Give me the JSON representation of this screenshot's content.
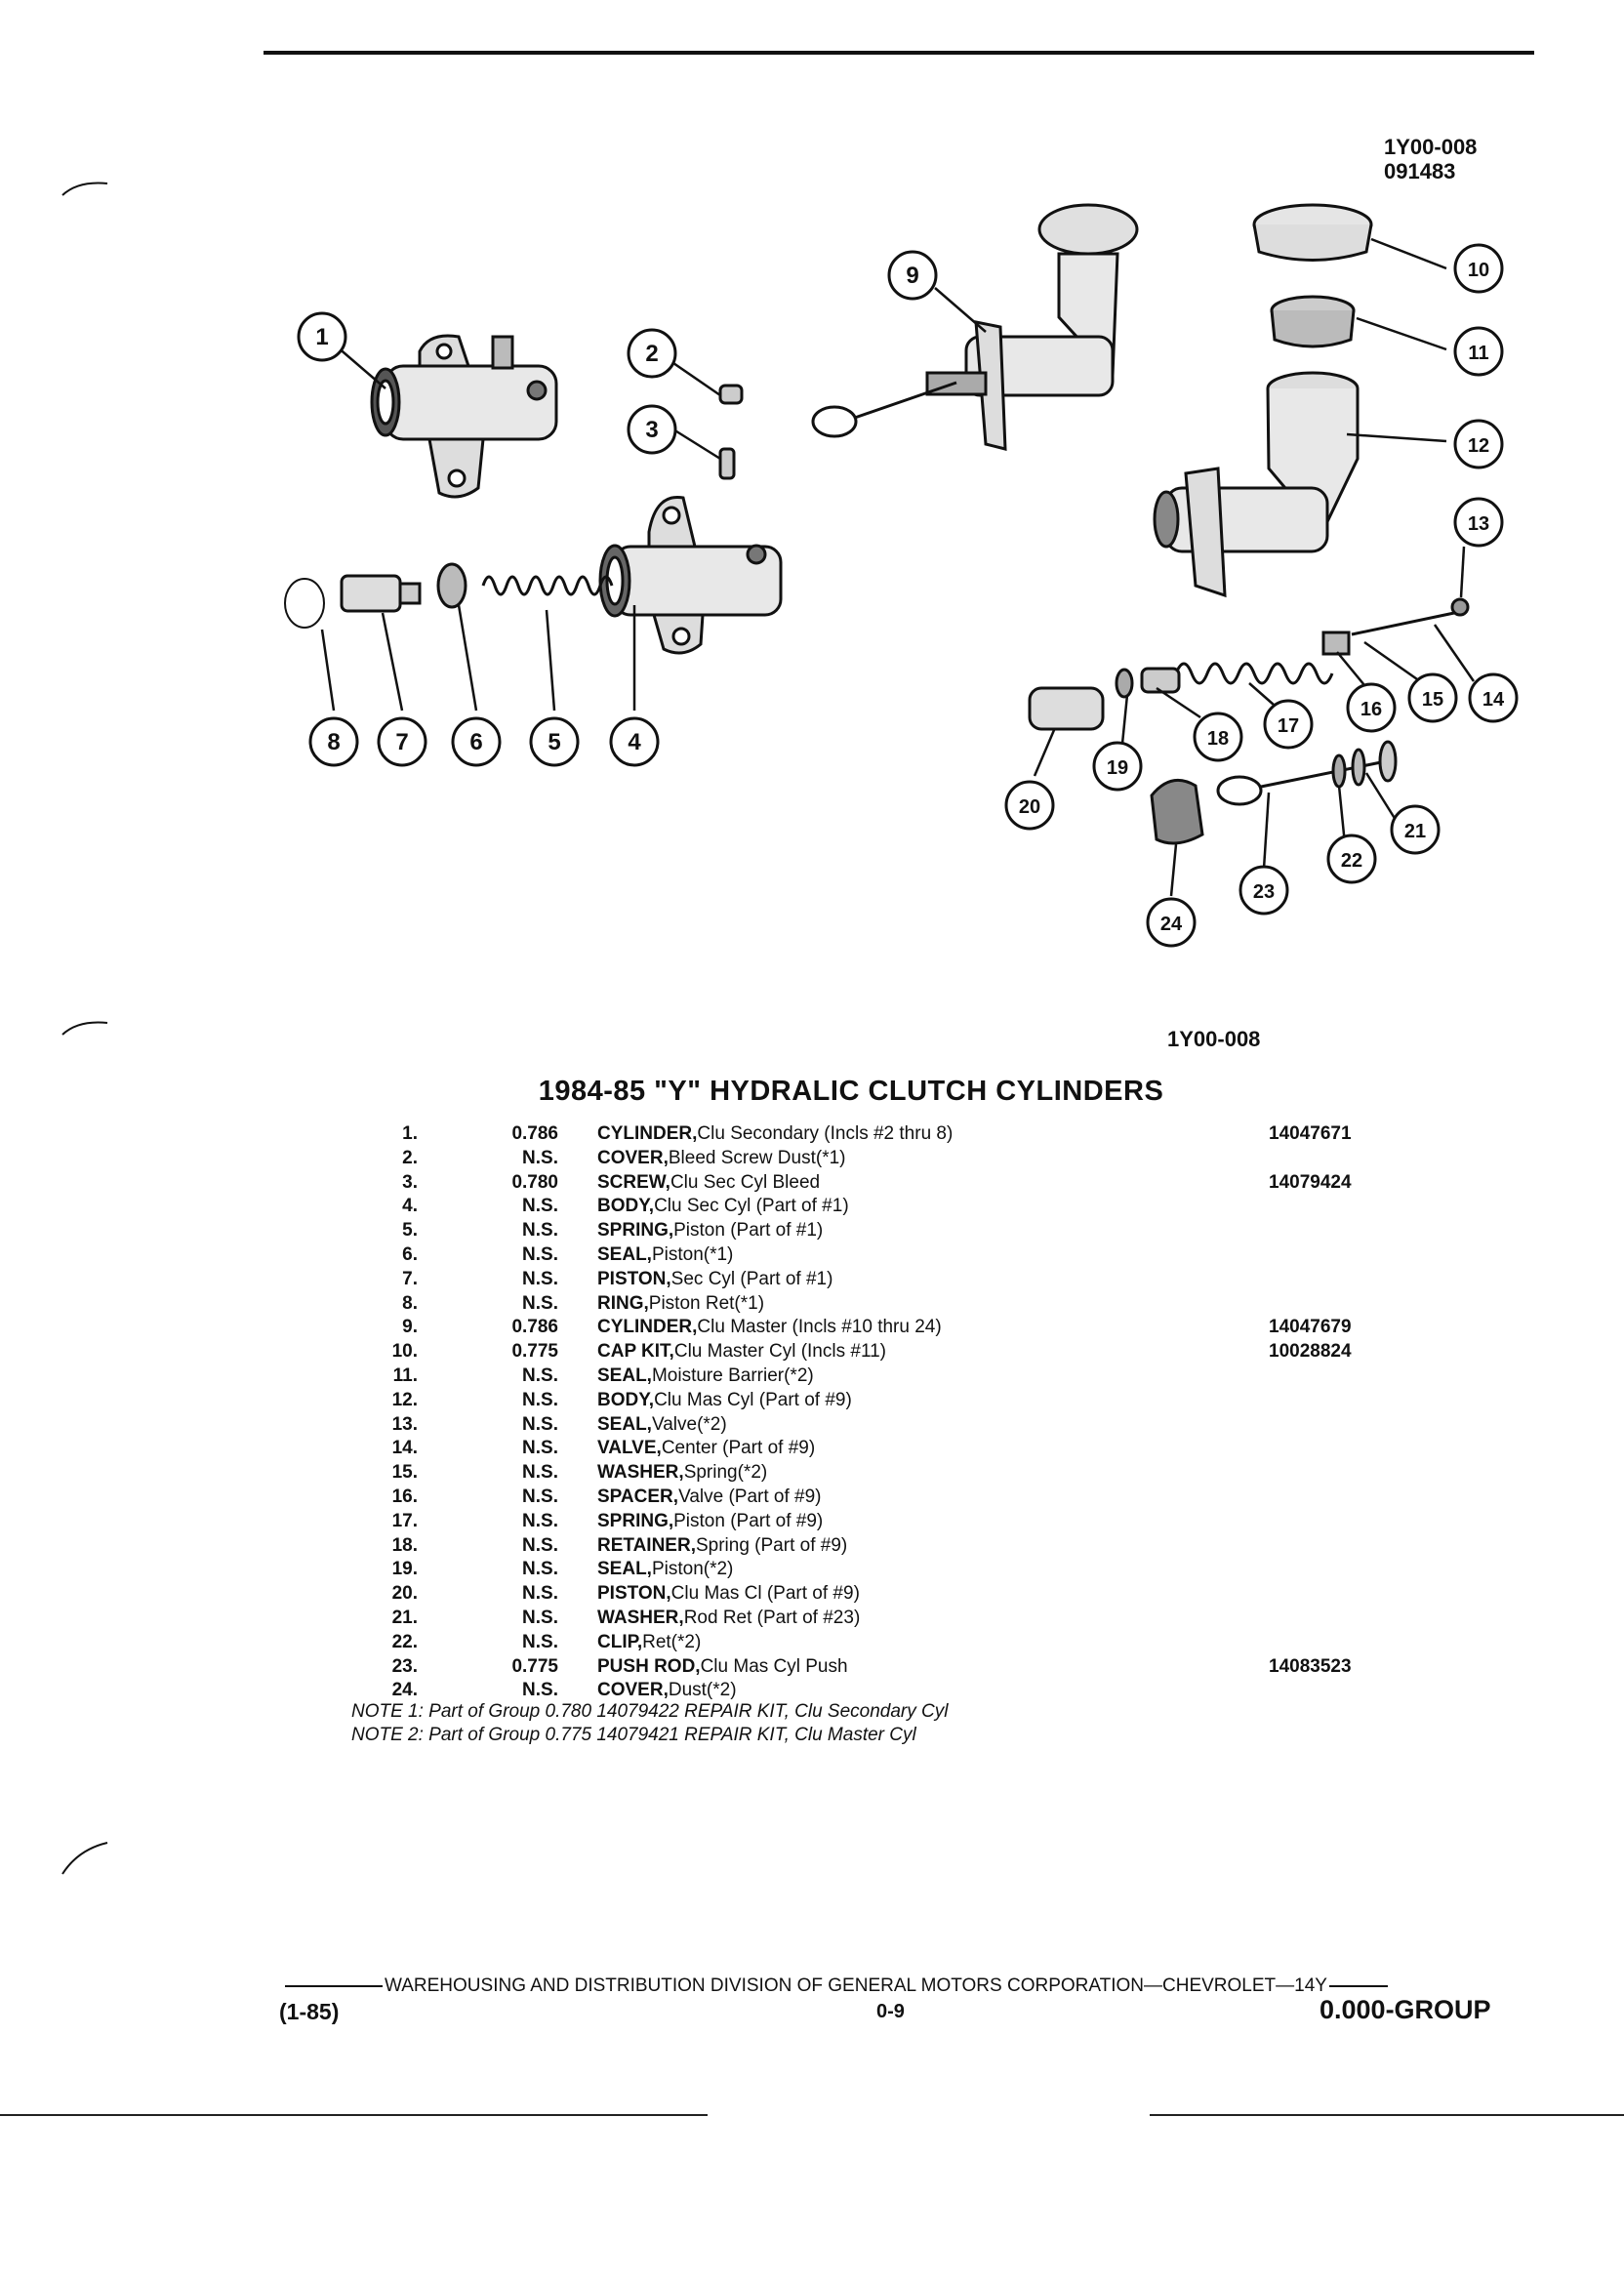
{
  "figure": {
    "ref_code": "1Y00-008",
    "ref_date": "091483",
    "figure_id": "1Y00-008",
    "callouts": [
      "1",
      "2",
      "3",
      "4",
      "5",
      "6",
      "7",
      "8",
      "9",
      "10",
      "11",
      "12",
      "13",
      "14",
      "15",
      "16",
      "17",
      "18",
      "19",
      "20",
      "21",
      "22",
      "23",
      "24"
    ]
  },
  "title": "1984-85 \"Y\" HYDRALIC CLUTCH CYLINDERS",
  "parts": [
    {
      "num": "1.",
      "group": "0.786",
      "name": "CYLINDER,",
      "desc": " Clu Secondary (Incls #2 thru 8)",
      "part": "14047671"
    },
    {
      "num": "2.",
      "group": "N.S.",
      "name": "COVER,",
      "desc": " Bleed Screw Dust(*1)",
      "part": ""
    },
    {
      "num": "3.",
      "group": "0.780",
      "name": "SCREW,",
      "desc": " Clu Sec Cyl Bleed",
      "part": "14079424"
    },
    {
      "num": "4.",
      "group": "N.S.",
      "name": "BODY,",
      "desc": " Clu Sec Cyl (Part of #1)",
      "part": ""
    },
    {
      "num": "5.",
      "group": "N.S.",
      "name": "SPRING,",
      "desc": " Piston (Part of #1)",
      "part": ""
    },
    {
      "num": "6.",
      "group": "N.S.",
      "name": "SEAL,",
      "desc": " Piston(*1)",
      "part": ""
    },
    {
      "num": "7.",
      "group": "N.S.",
      "name": "PISTON,",
      "desc": " Sec Cyl (Part of #1)",
      "part": ""
    },
    {
      "num": "8.",
      "group": "N.S.",
      "name": "RING,",
      "desc": " Piston Ret(*1)",
      "part": ""
    },
    {
      "num": "9.",
      "group": "0.786",
      "name": "CYLINDER,",
      "desc": " Clu Master (Incls #10 thru 24)",
      "part": "14047679"
    },
    {
      "num": "10.",
      "group": "0.775",
      "name": "CAP KIT,",
      "desc": " Clu Master Cyl (Incls #11)",
      "part": "10028824"
    },
    {
      "num": "11.",
      "group": "N.S.",
      "name": "SEAL,",
      "desc": " Moisture Barrier(*2)",
      "part": ""
    },
    {
      "num": "12.",
      "group": "N.S.",
      "name": "BODY,",
      "desc": " Clu Mas Cyl (Part of #9)",
      "part": ""
    },
    {
      "num": "13.",
      "group": "N.S.",
      "name": "SEAL,",
      "desc": " Valve(*2)",
      "part": ""
    },
    {
      "num": "14.",
      "group": "N.S.",
      "name": "VALVE,",
      "desc": " Center (Part of #9)",
      "part": ""
    },
    {
      "num": "15.",
      "group": "N.S.",
      "name": "WASHER,",
      "desc": " Spring(*2)",
      "part": ""
    },
    {
      "num": "16.",
      "group": "N.S.",
      "name": "SPACER,",
      "desc": " Valve (Part of #9)",
      "part": ""
    },
    {
      "num": "17.",
      "group": "N.S.",
      "name": "SPRING,",
      "desc": " Piston (Part of #9)",
      "part": ""
    },
    {
      "num": "18.",
      "group": "N.S.",
      "name": "RETAINER,",
      "desc": " Spring (Part of #9)",
      "part": ""
    },
    {
      "num": "19.",
      "group": "N.S.",
      "name": "SEAL,",
      "desc": " Piston(*2)",
      "part": ""
    },
    {
      "num": "20.",
      "group": "N.S.",
      "name": "PISTON,",
      "desc": " Clu Mas Cl (Part of #9)",
      "part": ""
    },
    {
      "num": "21.",
      "group": "N.S.",
      "name": "WASHER,",
      "desc": " Rod Ret (Part of #23)",
      "part": ""
    },
    {
      "num": "22.",
      "group": "N.S.",
      "name": "CLIP,",
      "desc": " Ret(*2)",
      "part": ""
    },
    {
      "num": "23.",
      "group": "0.775",
      "name": "PUSH ROD,",
      "desc": " Clu Mas Cyl Push",
      "part": "14083523"
    },
    {
      "num": "24.",
      "group": "N.S.",
      "name": "COVER,",
      "desc": " Dust(*2)",
      "part": ""
    }
  ],
  "notes": [
    "NOTE 1: Part of Group 0.780 14079422 REPAIR KIT, Clu Secondary Cyl",
    "NOTE 2: Part of Group 0.775 14079421 REPAIR KIT, Clu Master Cyl"
  ],
  "footer": {
    "division": "WAREHOUSING AND DISTRIBUTION  DIVISION OF GENERAL MOTORS CORPORATION—CHEVROLET—14Y",
    "edition": "(1-85)",
    "page": "0-9",
    "group": "0.000-GROUP"
  }
}
